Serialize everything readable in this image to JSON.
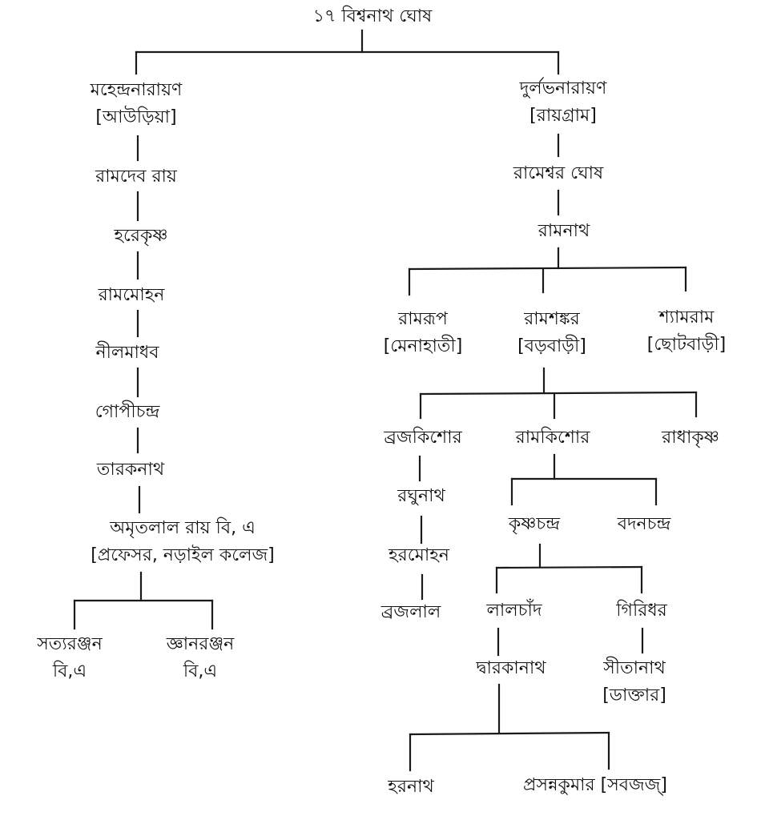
{
  "title": "১৭ বিশ্বনাথ ঘোষ",
  "nodes": {
    "root": {
      "name": "১৭ বিশ্বনাথ ঘোষ"
    },
    "mahendra": {
      "name": "মহেন্দ্রনারায়ণ",
      "note": "[আউড়িয়া]"
    },
    "ramdeb": {
      "name": "রামদেব রায়"
    },
    "harekrishna": {
      "name": "হরেকৃষ্ণ"
    },
    "rammohan": {
      "name": "রামমোহন"
    },
    "nilmadhab": {
      "name": "নীলমাধব"
    },
    "gopichandra": {
      "name": "গোপীচন্দ্র"
    },
    "taraknath": {
      "name": "তারকনাথ"
    },
    "amritalal": {
      "name": "অমৃতলাল রায় বি, এ",
      "note": "[প্রফেসর, নড়াইল কলেজ]"
    },
    "satyaranjan": {
      "name": "সত্যরঞ্জন",
      "note": "বি,এ"
    },
    "gyanaranjan": {
      "name": "জ্ঞানরঞ্জন",
      "note": "বি,এ"
    },
    "durlabh": {
      "name": "দুর্লভনারায়ণ",
      "note": "[রায়গ্রাম]"
    },
    "rameshwar": {
      "name": "রামেশ্বর ঘোষ"
    },
    "ramnath": {
      "name": "রামনাথ"
    },
    "ramrup": {
      "name": "রামরূপ",
      "note": "[মেনাহাতী]"
    },
    "ramshankar": {
      "name": "রামশঙ্কর",
      "note": "[বড়বাড়ী]"
    },
    "shyamram": {
      "name": "শ্যামরাম",
      "note": "[ছোটবাড়ী]"
    },
    "brajakishor": {
      "name": "ব্রজকিশোর"
    },
    "ramkishor": {
      "name": "রামকিশোর"
    },
    "radhakrishna": {
      "name": "রাধাকৃষ্ণ"
    },
    "raghunath": {
      "name": "রঘুনাথ"
    },
    "haramohan": {
      "name": "হরমোহন"
    },
    "brajalal": {
      "name": "ব্রজলাল"
    },
    "krishnachandra": {
      "name": "কৃষ্ণচন্দ্র"
    },
    "badanchandra": {
      "name": "বদনচন্দ্র"
    },
    "lalchand": {
      "name": "লালচাঁদ"
    },
    "giridhar": {
      "name": "গিরিধর"
    },
    "dwarakanath": {
      "name": "দ্বারকানাথ"
    },
    "sitanath": {
      "name": "সীতানাথ",
      "note": "[ডাক্তার]"
    },
    "haranath": {
      "name": "হরনাথ"
    },
    "prasannakumar": {
      "name": "প্রসন্নকুমার [সবজজ্]"
    }
  }
}
